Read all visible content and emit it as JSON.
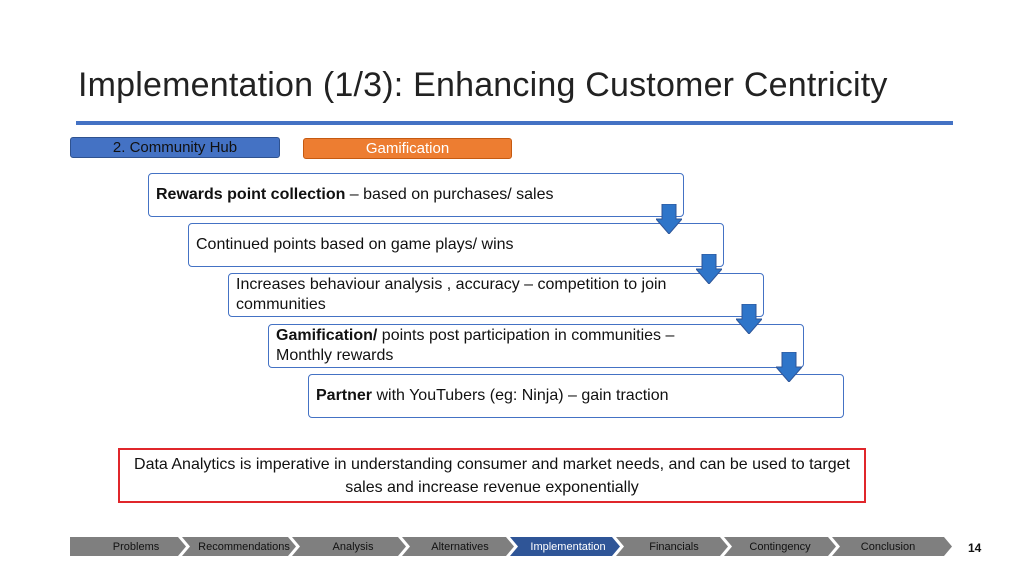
{
  "slide": {
    "title": "Implementation (1/3): Enhancing Customer Centricity",
    "page_number": "14"
  },
  "tags": {
    "community": "2. Community Hub",
    "gamification": "Gamification"
  },
  "steps": [
    {
      "bold": "Rewards point collection",
      "rest": " – based on purchases/ sales"
    },
    {
      "bold": "",
      "rest": "Continued points based on game plays/ wins"
    },
    {
      "bold": "",
      "rest": "Increases behaviour analysis , accuracy – competition to join communities"
    },
    {
      "bold": "Gamification/",
      "rest": " points post participation in communities – Monthly rewards"
    },
    {
      "bold": "Partner",
      "rest": " with YouTubers (eg: Ninja) – gain traction"
    }
  ],
  "callout": "Data Analytics is imperative in understanding consumer and market needs, and can be used to target sales and increase revenue exponentially",
  "nav": {
    "items": [
      "Problems",
      "Recommendations",
      "Analysis",
      "Alternatives",
      "Implementation",
      "Financials",
      "Contingency",
      "Conclusion"
    ],
    "active": "Implementation"
  },
  "colors": {
    "accent_blue": "#4472C4",
    "accent_orange": "#ED7D31",
    "callout_border": "#e0262b",
    "nav_gray": "#7f7f7f",
    "nav_active": "#2f5597"
  }
}
